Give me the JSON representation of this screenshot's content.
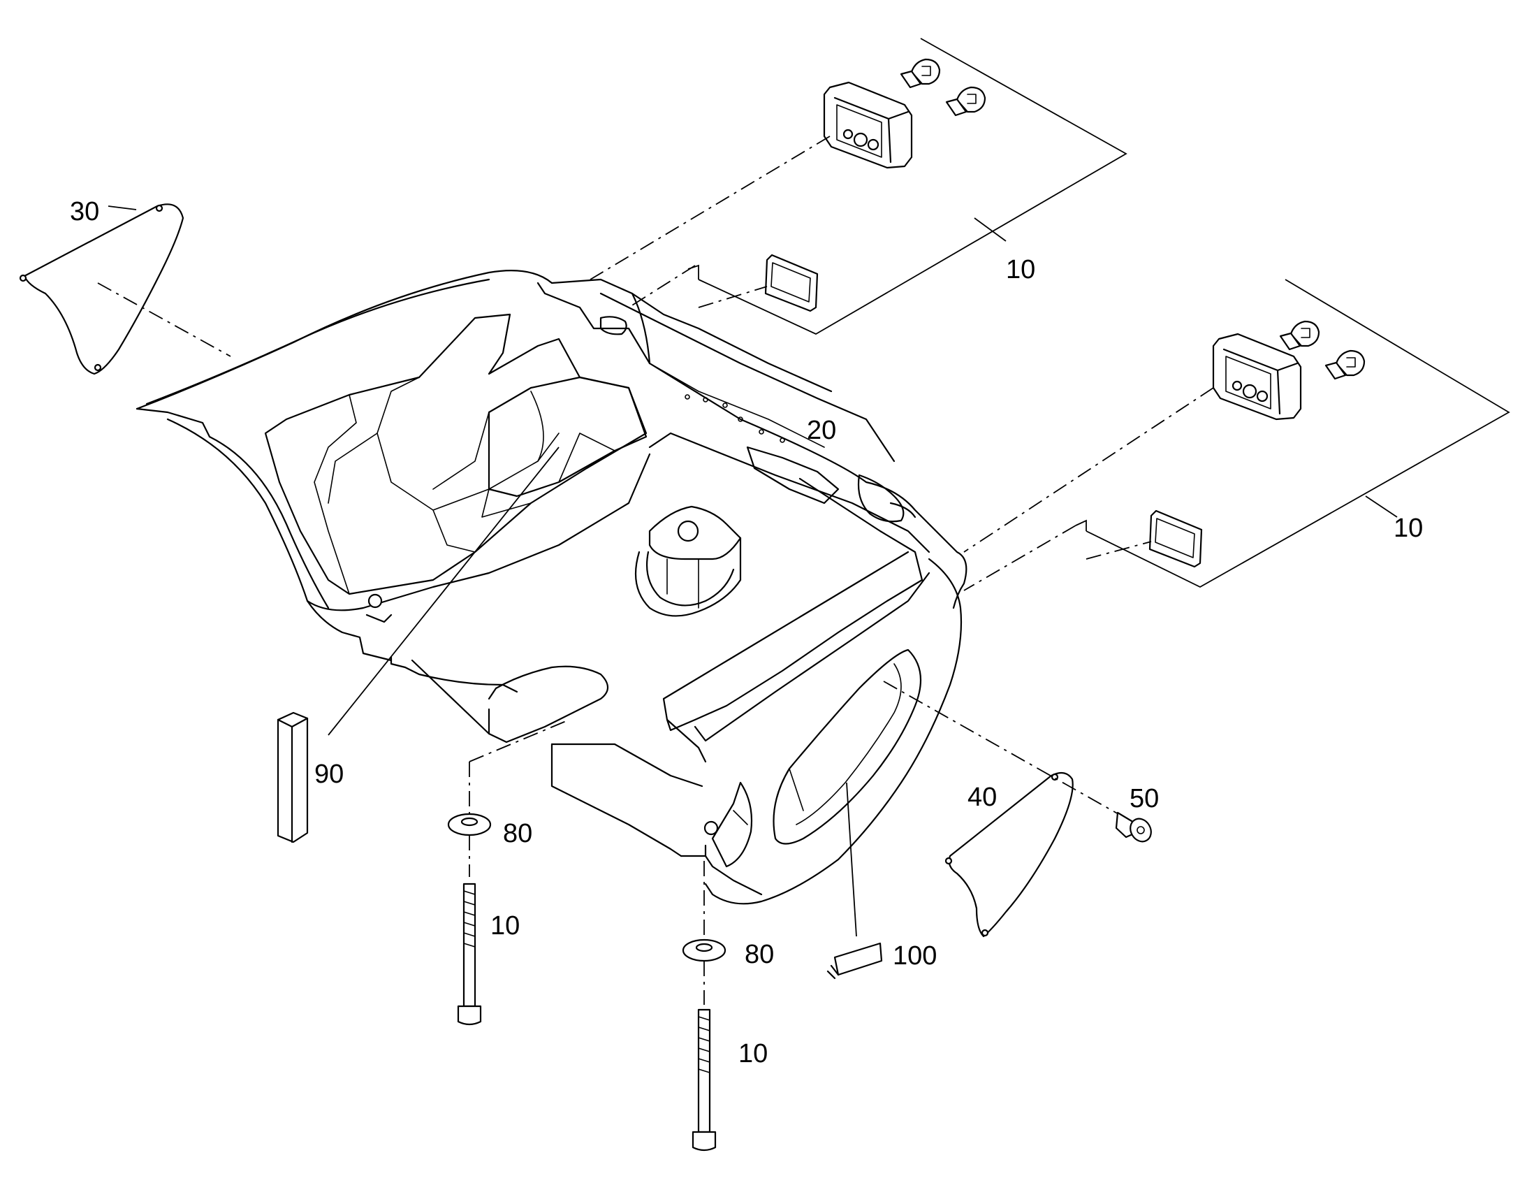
{
  "callouts": {
    "c10_lamp_upper": "10",
    "c10_lamp_lower": "10",
    "c20": "20",
    "c30": "30",
    "c40": "40",
    "c50": "50",
    "c80_left": "80",
    "c80_right": "80",
    "c10_bolt_left": "10",
    "c10_bolt_right": "10",
    "c90": "90",
    "c100": "100"
  }
}
